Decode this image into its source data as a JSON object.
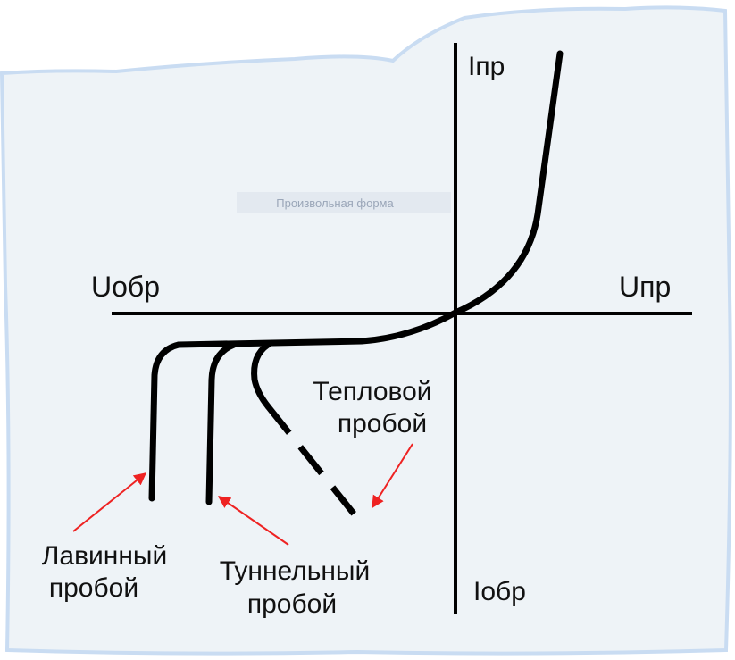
{
  "axes": {
    "forward_current": "Iпр",
    "reverse_current": "Iобр",
    "forward_voltage": "Uпр",
    "reverse_voltage": "Uобр"
  },
  "annotations": {
    "avalanche_line1": "Лавинный",
    "avalanche_line2": "пробой",
    "tunnel_line1": "Туннельный",
    "tunnel_line2": "пробой",
    "thermal_line1": "Тепловой",
    "thermal_line2": "пробой"
  },
  "watermark": "Произвольная форма",
  "colors": {
    "background": "#eef3f7",
    "edge": "#c9dcf2",
    "curve": "#000000",
    "arrow": "#ee2222"
  }
}
